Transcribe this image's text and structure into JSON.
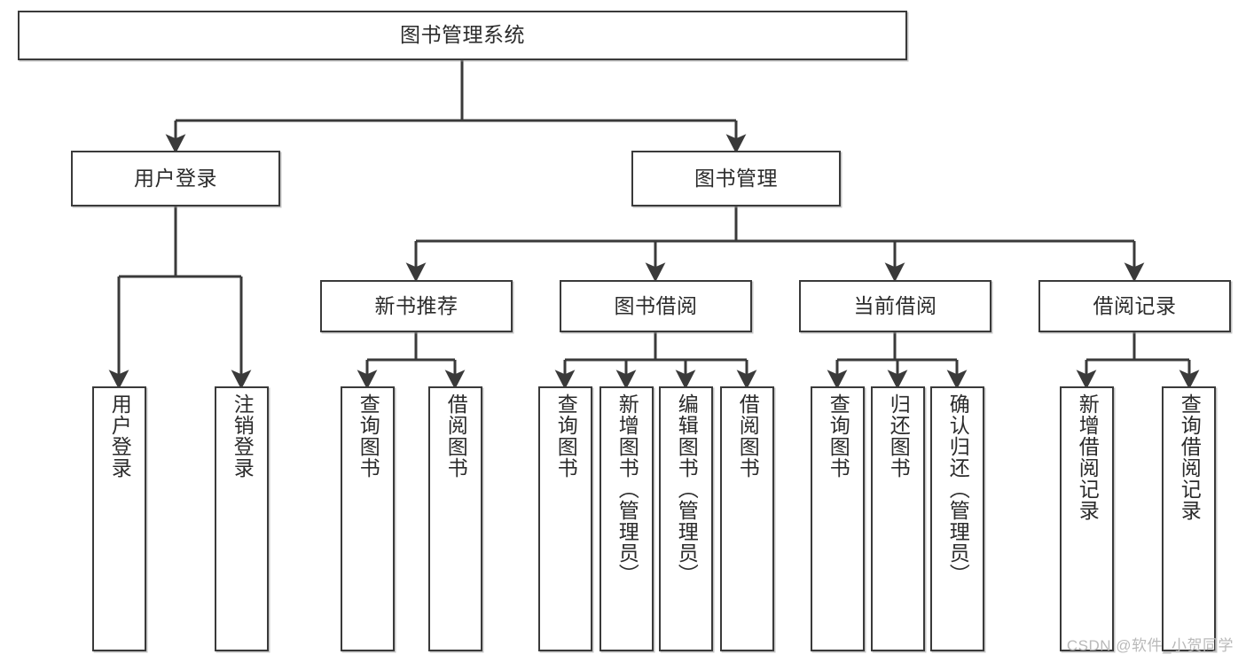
{
  "diagram": {
    "type": "tree",
    "title": "图书管理系统",
    "watermark": "CSDN @软件_小贺同学",
    "colors": {
      "stroke": "#3a3a3a",
      "fill": "#ffffff",
      "text": "#2b2b2b",
      "watermark": "#b9b9b9"
    },
    "levels": [
      {
        "level": 1,
        "nodes": [
          {
            "id": "root",
            "label": "图书管理系统",
            "orientation": "horizontal"
          }
        ]
      },
      {
        "level": 2,
        "nodes": [
          {
            "id": "user-login",
            "label": "用户登录",
            "orientation": "horizontal",
            "parent": "root"
          },
          {
            "id": "book-manage",
            "label": "图书管理",
            "orientation": "horizontal",
            "parent": "root"
          }
        ]
      },
      {
        "level": 3,
        "nodes": [
          {
            "id": "new-book-rec",
            "label": "新书推荐",
            "orientation": "horizontal",
            "parent": "book-manage"
          },
          {
            "id": "book-borrow",
            "label": "图书借阅",
            "orientation": "horizontal",
            "parent": "book-manage"
          },
          {
            "id": "current-borrow",
            "label": "当前借阅",
            "orientation": "horizontal",
            "parent": "book-manage"
          },
          {
            "id": "borrow-record",
            "label": "借阅记录",
            "orientation": "horizontal",
            "parent": "book-manage"
          }
        ]
      },
      {
        "level": 4,
        "nodes": [
          {
            "id": "leaf-user-login",
            "label": "用户登录",
            "orientation": "vertical",
            "parent": "user-login"
          },
          {
            "id": "leaf-logout",
            "label": "注销登录",
            "orientation": "vertical",
            "parent": "user-login"
          },
          {
            "id": "leaf-query-book-1",
            "label": "查询图书",
            "orientation": "vertical",
            "parent": "new-book-rec"
          },
          {
            "id": "leaf-borrow-book-1",
            "label": "借阅图书",
            "orientation": "vertical",
            "parent": "new-book-rec"
          },
          {
            "id": "leaf-query-book-2",
            "label": "查询图书",
            "orientation": "vertical",
            "parent": "book-borrow"
          },
          {
            "id": "leaf-add-book",
            "label": "新增图书（管理员）",
            "orientation": "vertical",
            "parent": "book-borrow"
          },
          {
            "id": "leaf-edit-book",
            "label": "编辑图书（管理员）",
            "orientation": "vertical",
            "parent": "book-borrow"
          },
          {
            "id": "leaf-borrow-book-2",
            "label": "借阅图书",
            "orientation": "vertical",
            "parent": "book-borrow"
          },
          {
            "id": "leaf-query-book-3",
            "label": "查询图书",
            "orientation": "vertical",
            "parent": "current-borrow"
          },
          {
            "id": "leaf-return-book",
            "label": "归还图书",
            "orientation": "vertical",
            "parent": "current-borrow"
          },
          {
            "id": "leaf-confirm-return",
            "label": "确认归还（管理员）",
            "orientation": "vertical",
            "parent": "current-borrow"
          },
          {
            "id": "leaf-add-record",
            "label": "新增借阅记录",
            "orientation": "vertical",
            "parent": "borrow-record"
          },
          {
            "id": "leaf-query-record",
            "label": "查询借阅记录",
            "orientation": "vertical",
            "parent": "borrow-record"
          }
        ]
      }
    ]
  }
}
